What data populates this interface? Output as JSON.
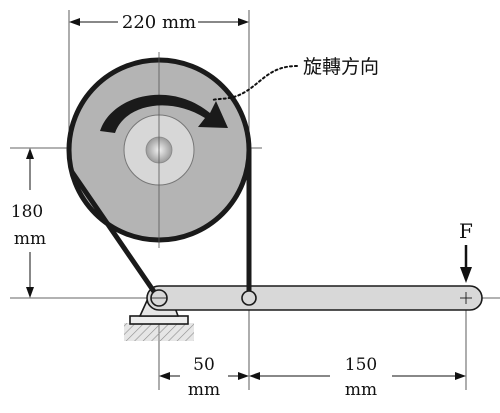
{
  "labels": {
    "top_dim": "220 mm",
    "rotation": "旋轉方向",
    "left_dim_value": "180",
    "left_dim_unit": "mm",
    "force": "F",
    "dim_a_value": "50",
    "dim_a_unit": "mm",
    "dim_b_value": "150",
    "dim_b_unit": "mm"
  },
  "colors": {
    "drum": "#b4b4b4",
    "hub": "#d7d7d7",
    "lever": "#d8d8d8",
    "outline": "#1a1a1a",
    "ground": "#b7b7b7"
  },
  "icons": [
    "rotation-arrow-icon",
    "force-arrow-icon",
    "ground-hatch-icon"
  ]
}
